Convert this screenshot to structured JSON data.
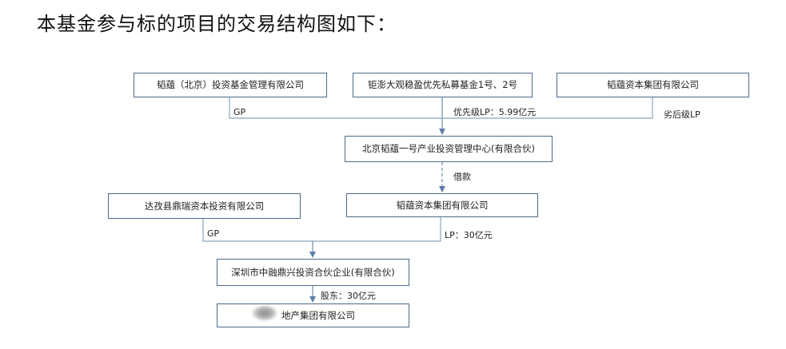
{
  "title": "本基金参与标的项目的交易结构图如下：",
  "nodes": {
    "taoyun_beijing": "韬蕴（北京）投资基金管理有限公司",
    "jupeng_fund": "钜澎大观稳盈优先私募基金1号、2号",
    "taoyun_group_top": "韬蕴资本集团有限公司",
    "beijing_center": "北京韬蕴一号产业投资管理中心(有限合伙)",
    "dazi": "达孜县鼎瑞资本投资有限公司",
    "taoyun_group_mid": "韬蕴资本集团有限公司",
    "shenzhen": "深圳市中融鼎兴投资合伙企业(有限合伙)",
    "target": "地产集团有限公司"
  },
  "edge_labels": {
    "gp_top": "GP",
    "priority_lp": "优先级LP：5.99亿元",
    "subordinate_lp": "劣后级LP",
    "loan": "借款",
    "gp_mid": "GP",
    "lp_mid": "LP：30亿元",
    "shareholder": "股东：30亿元"
  },
  "colors": {
    "box_border": "#4a6b8a",
    "line": "#7f9cb8",
    "arrow": "#5b7fa5"
  }
}
